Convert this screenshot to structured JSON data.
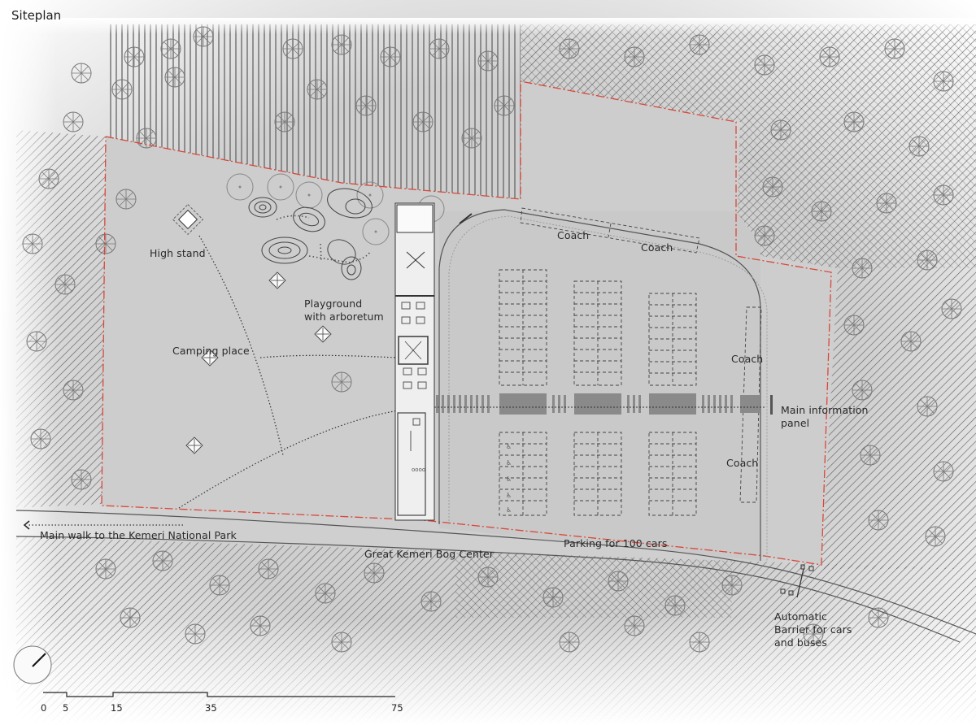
{
  "title": "Siteplan",
  "labels": {
    "high_stand": "High stand",
    "playground_line1": "Playground",
    "playground_line2": "with arboretum",
    "camping_place": "Camping place",
    "coach_top_left": "Coach",
    "coach_top_right": "Coach",
    "coach_right_upper": "Coach",
    "coach_right_lower": "Coach",
    "main_info_line1": "Main information",
    "main_info_line2": "panel",
    "main_walk": "Main walk to the Kemeri National Park",
    "bog_center": "Great Kemeri Bog Center",
    "parking": "Parking for 100 cars",
    "barrier_line1": "Automatic",
    "barrier_line2": "Barrier for cars",
    "barrier_line3": "and buses"
  },
  "scale_bar": {
    "ticks": [
      "0",
      "5",
      "15",
      "35",
      "75"
    ],
    "unit_hint": "meters"
  },
  "north_arrow": {
    "icon": "north-arrow-icon"
  },
  "colors": {
    "background_ground": "#cfcfcf",
    "site_boundary": "#d9473a",
    "hatch": "#4a4a4a",
    "text": "#2a2a2a",
    "building": "#f2f2f2"
  },
  "parking": {
    "columns": 3,
    "rows_per_column": [
      10,
      9,
      8
    ],
    "accessible_spaces": 5
  }
}
